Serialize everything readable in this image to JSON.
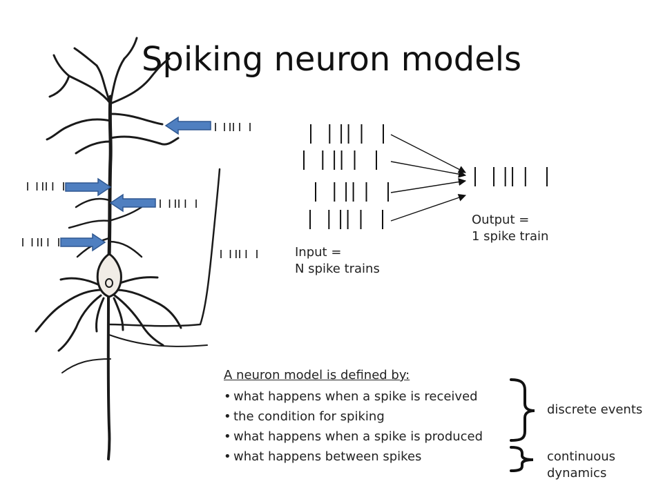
{
  "title": "Spiking neuron models",
  "input_label": [
    "Input =",
    "N spike trains"
  ],
  "output_label": [
    "Output =",
    "1 spike train"
  ],
  "definition": {
    "heading": "A neuron model is defined by:",
    "items": [
      "what happens when a spike is received",
      "the condition for spiking",
      "what happens when a spike is produced",
      "what happens between spikes"
    ]
  },
  "groups": [
    "discrete events",
    [
      "continuous",
      "dynamics"
    ]
  ],
  "colors": {
    "arrow_fill": "#4f7fc0",
    "arrow_stroke": "#2e5790",
    "neuron": "#1a1a1a",
    "soma_fill": "#f1ece6"
  },
  "spike_pattern": [
    0,
    0.26,
    0.42,
    0.52,
    0.7,
    1
  ]
}
